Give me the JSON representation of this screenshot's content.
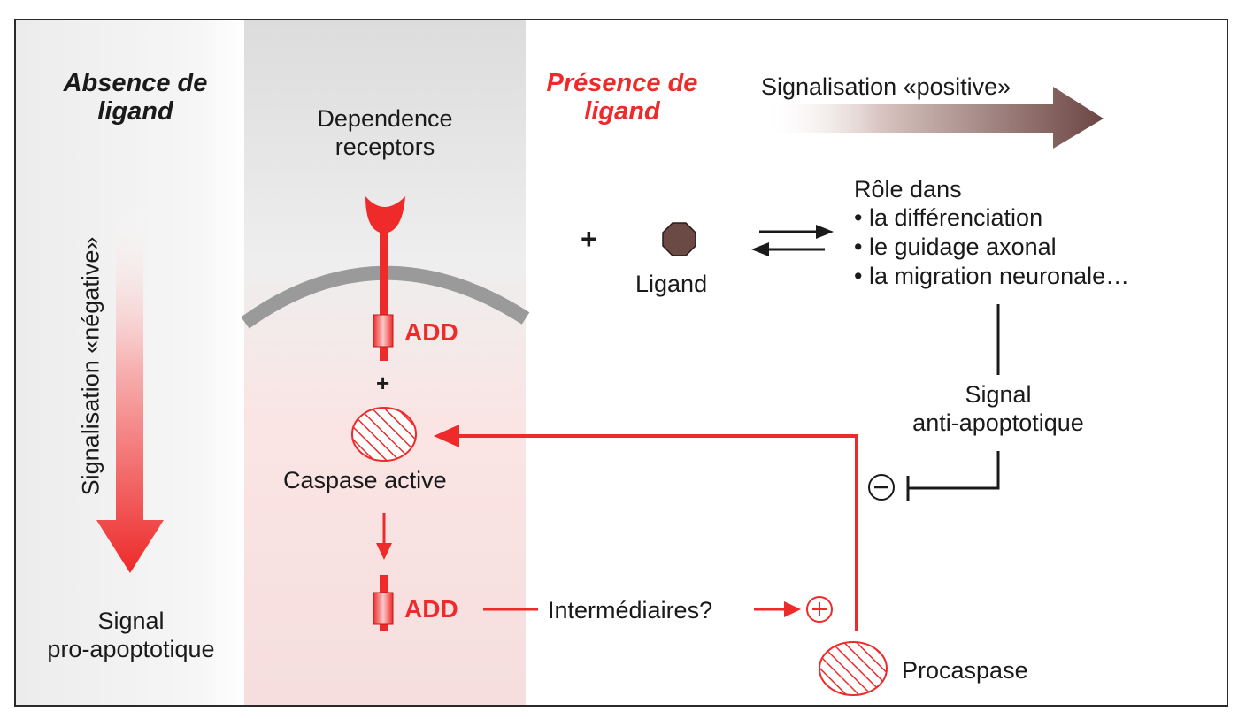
{
  "absence_heading": "Absence de\nligand",
  "presence_heading": "Présence de\nligand",
  "dependence_receptors_label": "Dependence\nreceptors",
  "positive_signaling_label": "Signalisation «positive»",
  "negative_signaling_label": "Signalisation «négative»",
  "role_title": "Rôle dans",
  "roles": [
    "• la différenciation",
    "• le guidage axonal",
    "• la migration neuronale…"
  ],
  "ligand_label": "Ligand",
  "plus_symbol": "+",
  "add_label": "ADD",
  "caspase_active_label": "Caspase active",
  "intermediates_label": "Intermédiaires?",
  "procaspase_label": "Procaspase",
  "anti_apoptotic_label": "Signal\nanti-apoptotique",
  "pro_apoptotic_label": "Signal\npro-apoptotique",
  "minus_symbol": "−",
  "colors": {
    "red": "#ee2a2a",
    "ligand": "#6b4a45",
    "membrane": "#9a9a9a",
    "text": "#1a1a1a"
  }
}
